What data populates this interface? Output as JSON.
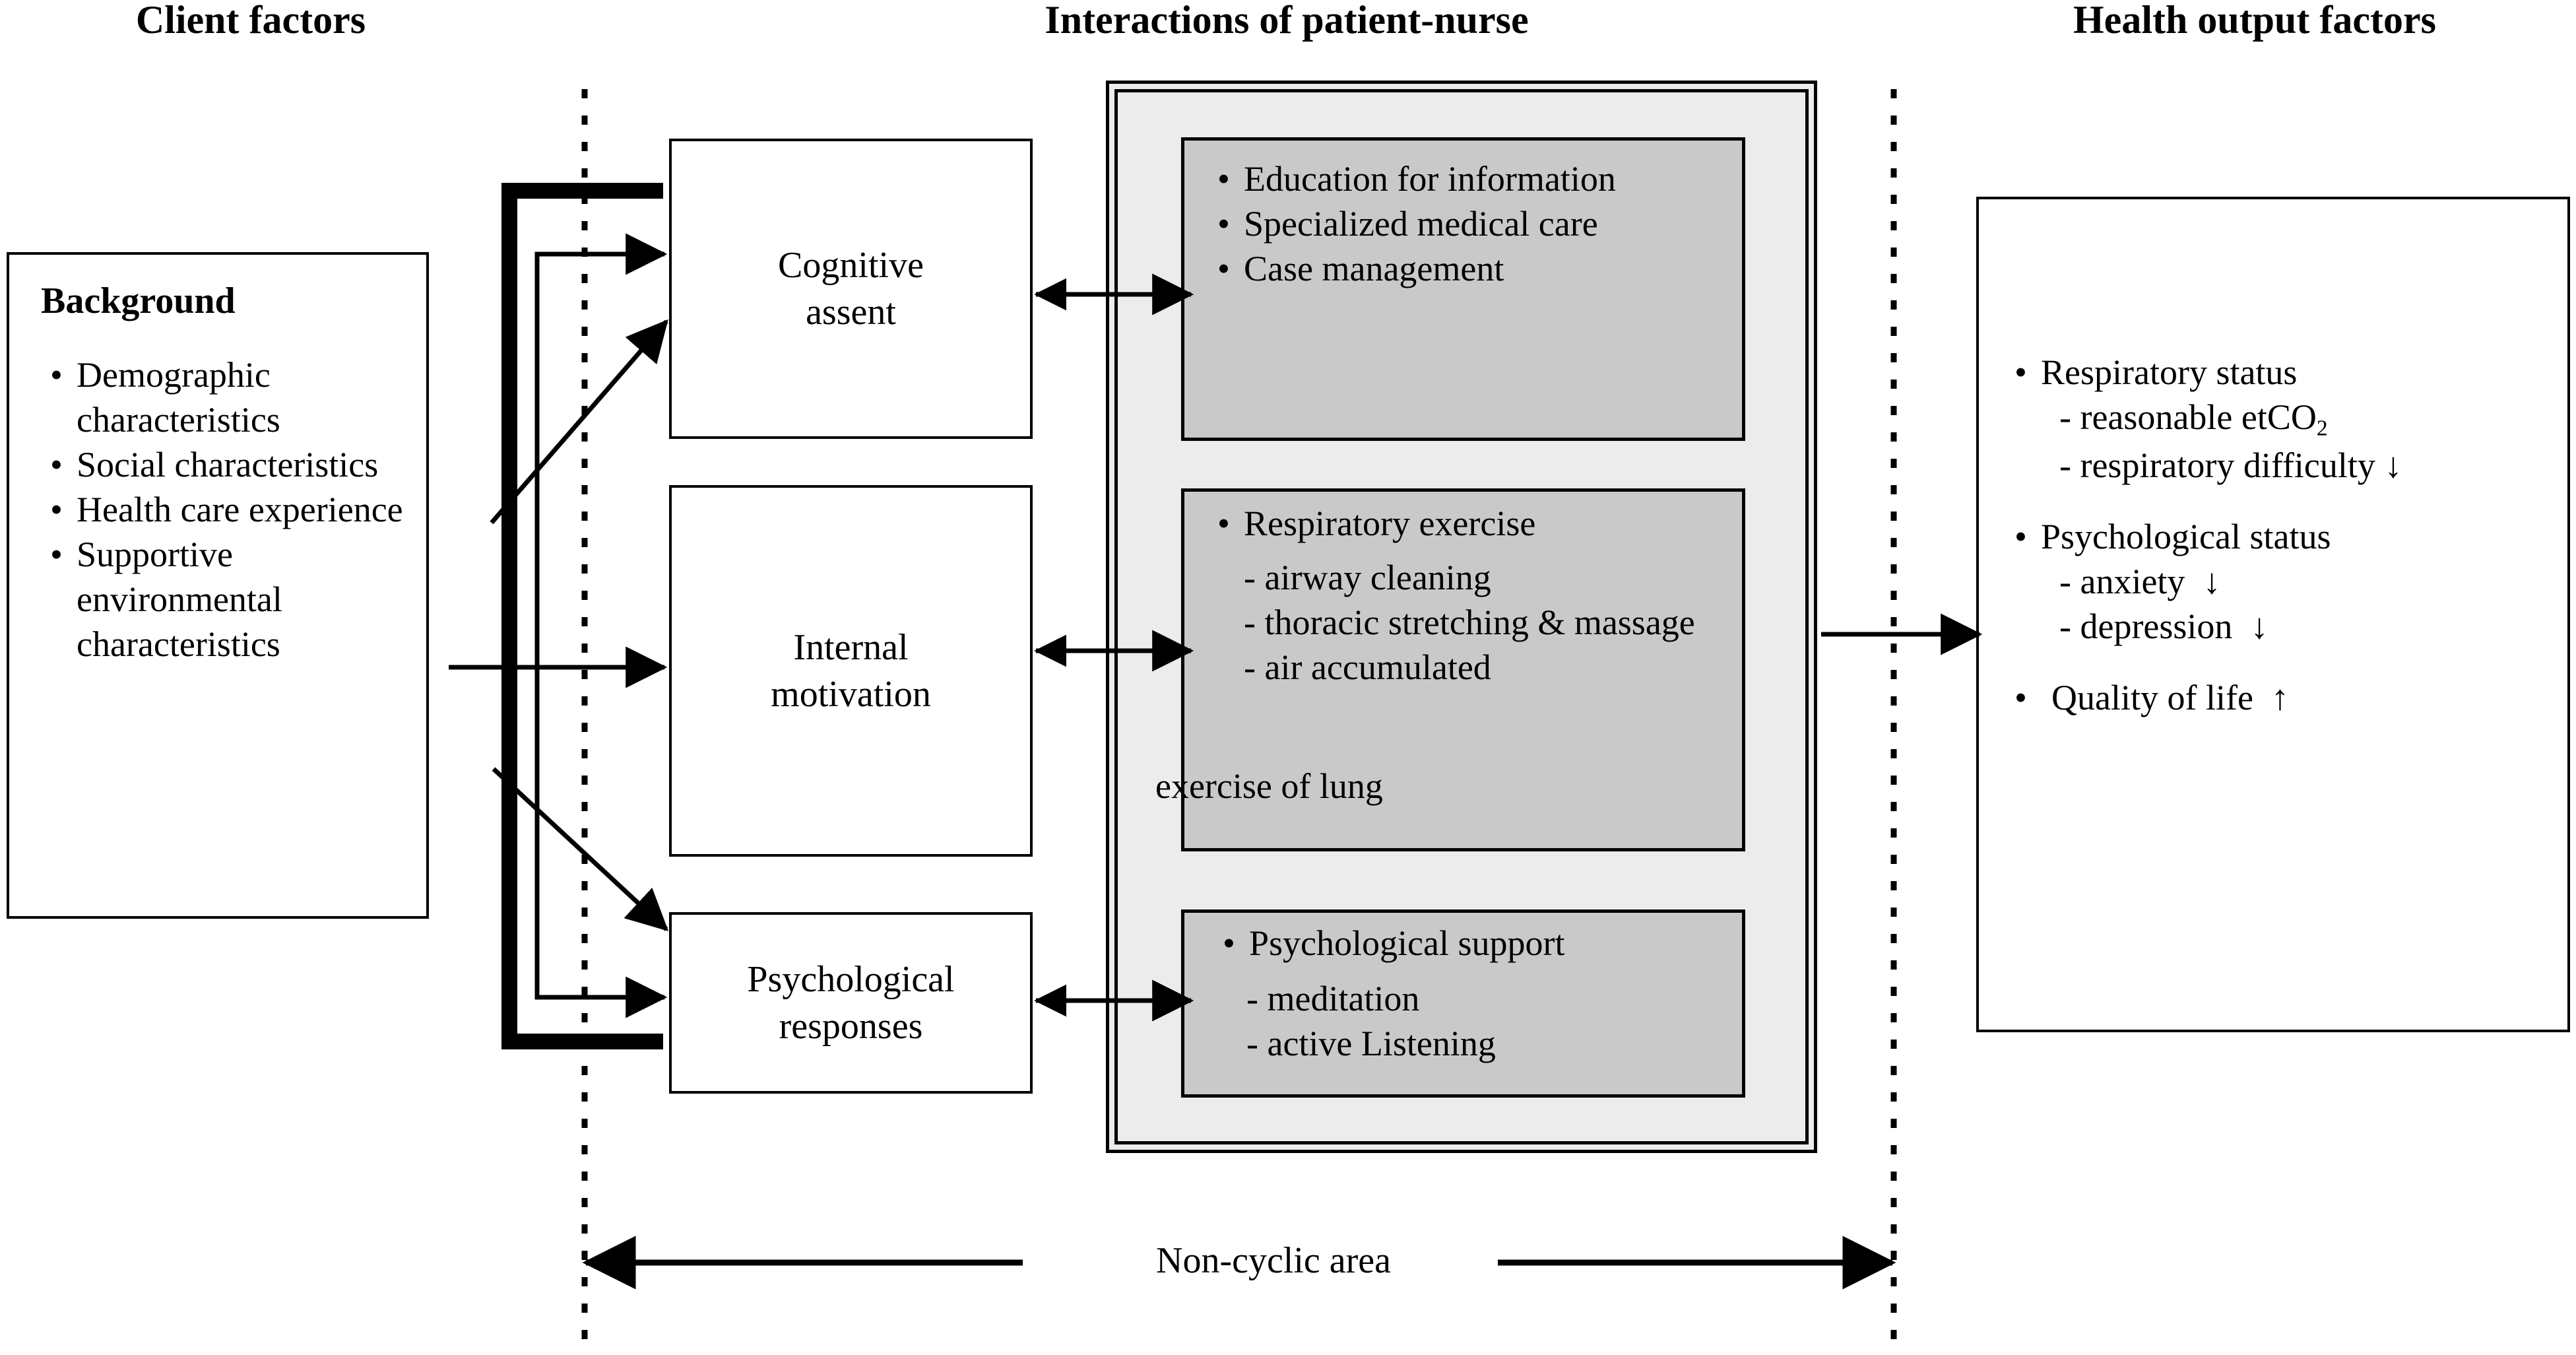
{
  "figure": {
    "type": "conceptual-framework-diagram",
    "columns": [
      {
        "id": "client-factors",
        "title": "Client factors"
      },
      {
        "id": "patient-nurse-interactions",
        "title": "Interactions of patient-nurse"
      },
      {
        "id": "health-output-factors",
        "title": "Health output factors"
      }
    ],
    "background_box": {
      "title": "Background",
      "items": [
        "Demographic characteristics",
        "Social characteristics",
        "Health care experience",
        "Supportive environmental characteristics"
      ]
    },
    "client_boxes": [
      {
        "id": "cognitive-assent",
        "line1": "Cognitive",
        "line2": "assent"
      },
      {
        "id": "internal-motivation",
        "line1": "Internal",
        "line2": "motivation"
      },
      {
        "id": "psychological-responses",
        "line1": "Psychological",
        "line2": "responses"
      }
    ],
    "intervention_boxes": [
      {
        "id": "education-box",
        "bullets": [
          {
            "text": "Education for information"
          },
          {
            "text": "Specialized medical care"
          },
          {
            "text": "Case management"
          }
        ],
        "subitems": []
      },
      {
        "id": "respiratory-exercise-box",
        "bullets": [
          {
            "text": "Respiratory exercise"
          }
        ],
        "subitems": [
          "- airway cleaning",
          "- thoracic stretching & massage",
          "- air accumulated"
        ],
        "trailing_line": "exercise of lung"
      },
      {
        "id": "psychological-support-box",
        "bullets": [
          {
            "text": "Psychological support"
          }
        ],
        "subitems": [
          "- meditation",
          "- active Listening"
        ],
        "trailing_line": ""
      }
    ],
    "output_box": {
      "groups": [
        {
          "bullet": "Respiratory status",
          "subitems": [
            {
              "label": "- reasonable etCO",
              "sub": "2",
              "arrow": ""
            },
            {
              "label": "- respiratory difficulty",
              "sub": "",
              "arrow": "↓"
            }
          ]
        },
        {
          "bullet": "Psychological status",
          "subitems": [
            {
              "label": "- anxiety",
              "sub": "",
              "arrow": "↓"
            },
            {
              "label": "- depression",
              "sub": "",
              "arrow": "↓"
            }
          ]
        },
        {
          "bullet": "Quality of life",
          "subitems": [],
          "arrow": "↑"
        }
      ]
    },
    "footer": {
      "label": "Non-cyclic area"
    },
    "colors": {
      "stroke": "#000000",
      "page_background": "#ffffff",
      "panel_fill": "#ececec",
      "intervention_fill": "#c9c9c9"
    }
  }
}
